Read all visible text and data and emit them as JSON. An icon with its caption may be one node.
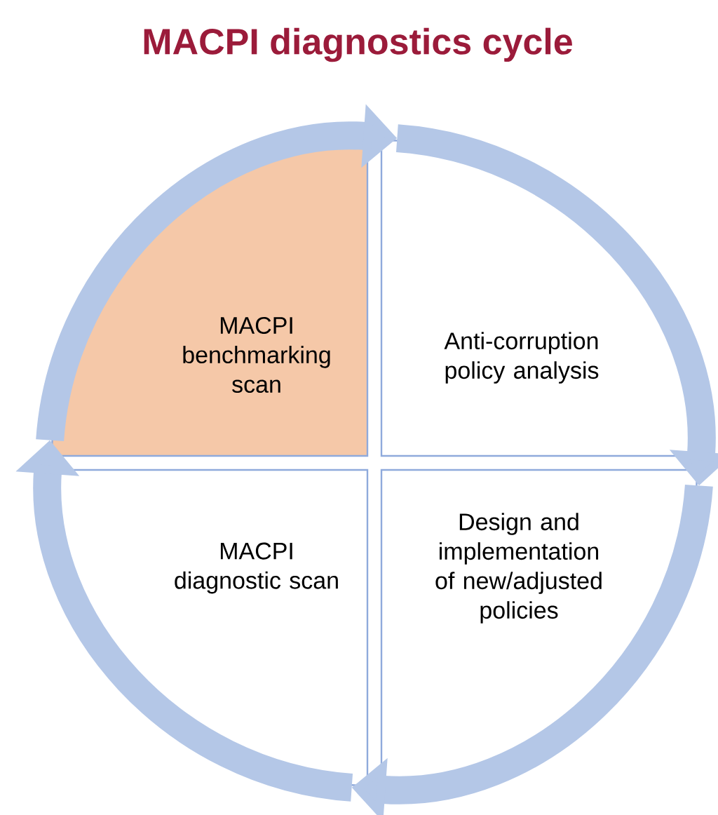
{
  "diagram": {
    "title": "MACPI diagnostics cycle",
    "nodes": [
      {
        "text": [
          "MACPI benchmarking scan"
        ]
      },
      {
        "text": [
          "Anti-corruption policy analysis"
        ]
      },
      {
        "text": [
          "MACPI diagnostic scan"
        ]
      },
      {
        "text": [
          "Design and implementation of new/adjusted policies"
        ]
      }
    ],
    "edges": [
      {
        "from": 0,
        "to": 1,
        "arrow": "to"
      },
      {
        "from": 1,
        "to": 3,
        "arrow": "to"
      },
      {
        "from": 3,
        "to": 2,
        "arrow": "to"
      },
      {
        "from": 2,
        "to": 0,
        "arrow": "to"
      }
    ]
  }
}
